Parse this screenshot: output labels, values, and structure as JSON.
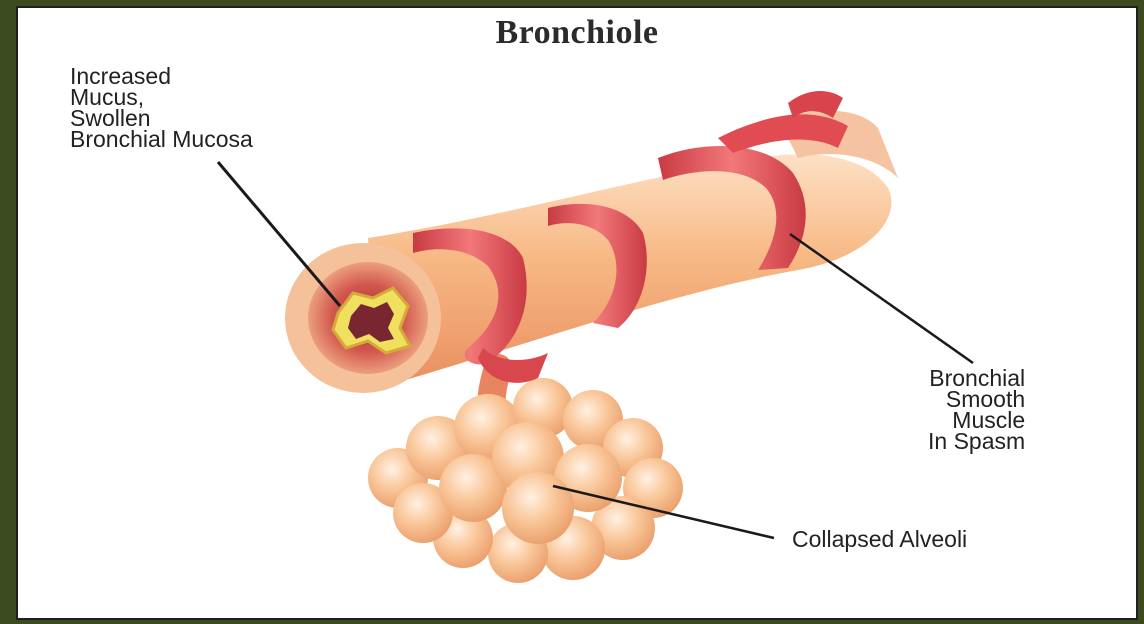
{
  "title": "Bronchiole",
  "labels": {
    "mucus": [
      "Increased",
      "Mucus,",
      "Swollen",
      "Bronchial Mucosa"
    ],
    "muscle": [
      "Bronchial",
      "Smooth",
      "Muscle",
      "In Spasm"
    ],
    "alveoli": "Collapsed Alveoli"
  },
  "colors": {
    "tube": "#f6b27e",
    "muscle": "#e2585b",
    "alveoli": "#f7c090",
    "mucus": "#f0e060",
    "background": "#ffffff",
    "frame": "#3b4b1f"
  }
}
